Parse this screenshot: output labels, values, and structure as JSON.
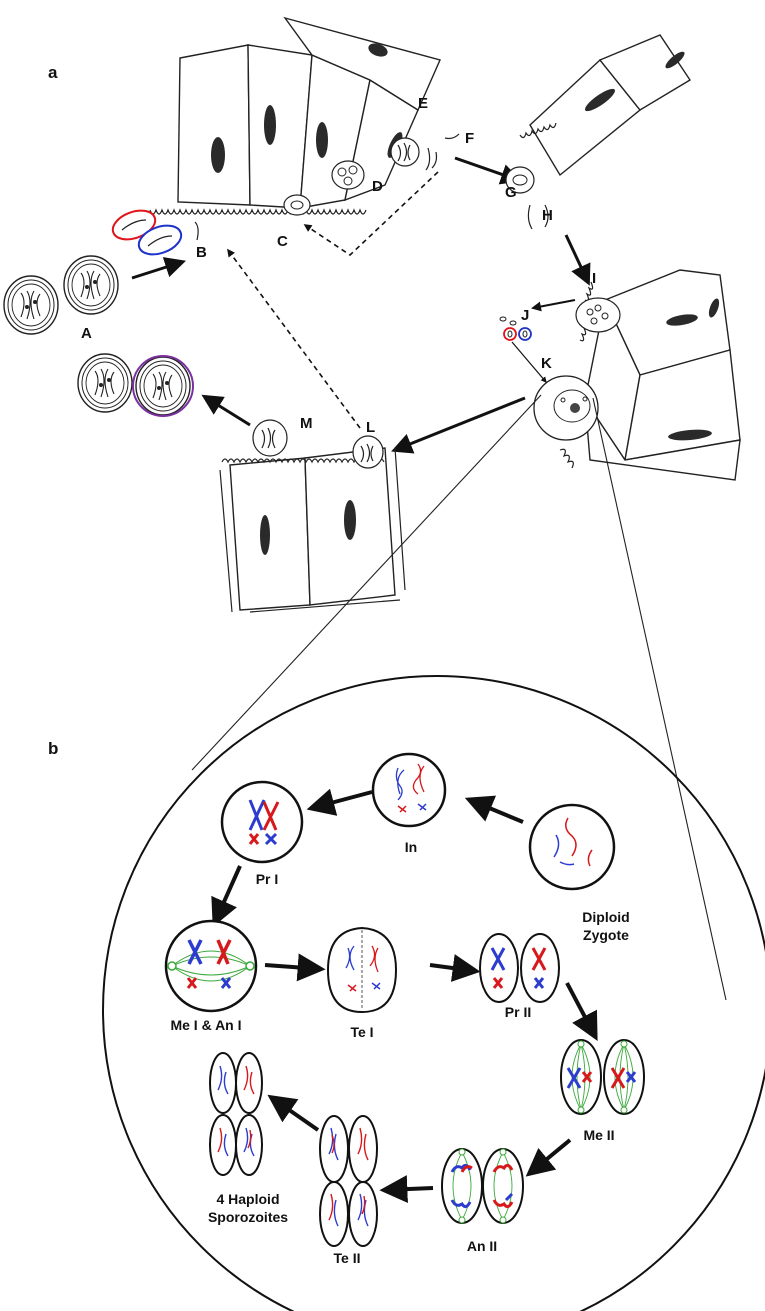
{
  "panel_a": {
    "panel_label": "a",
    "labels": [
      "A",
      "B",
      "C",
      "D",
      "E",
      "F",
      "G",
      "H",
      "I",
      "J",
      "K",
      "L",
      "M"
    ]
  },
  "panel_b": {
    "panel_label": "b",
    "stages": {
      "diploid_zygote": [
        "Diploid",
        "Zygote"
      ],
      "in": "In",
      "pr1": "Pr I",
      "me1_an1": "Me I & An I",
      "te1": "Te I",
      "pr2": "Pr II",
      "me2": "Me II",
      "an2": "An II",
      "te2": "Te II",
      "sporozoites": [
        "4 Haploid",
        "Sporozoites"
      ]
    }
  },
  "colors": {
    "paternal_chromosome": "#d7191c",
    "maternal_chromosome": "#2b3ccf",
    "spindle": "#3aa83a",
    "highlight_red": "#e0141b",
    "highlight_blue": "#1f33c9",
    "highlight_purple": "#7b2fa0",
    "ink": "#222222"
  }
}
